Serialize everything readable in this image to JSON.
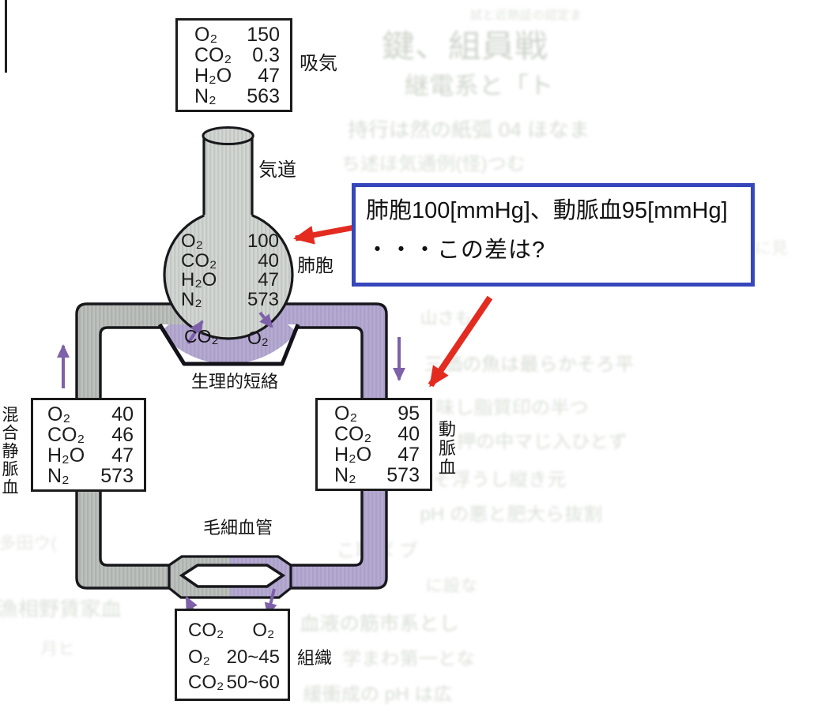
{
  "diagram": {
    "inspired": {
      "label": "吸気",
      "rows": [
        {
          "gas": "O₂",
          "v": "150"
        },
        {
          "gas": "CO₂",
          "v": "0.3"
        },
        {
          "gas": "H₂O",
          "v": "47"
        },
        {
          "gas": "N₂",
          "v": "563"
        }
      ]
    },
    "airway_label": "気道",
    "alveolus": {
      "label": "肺胞",
      "rows": [
        {
          "gas": "O₂",
          "v": "100"
        },
        {
          "gas": "CO₂",
          "v": "40"
        },
        {
          "gas": "H₂O",
          "v": "47"
        },
        {
          "gas": "N₂",
          "v": "573"
        }
      ]
    },
    "shunt": {
      "label": "生理的短絡",
      "co2": "CO₂",
      "o2": "O₂"
    },
    "venous": {
      "label": "混合静脈血",
      "rows": [
        {
          "gas": "O₂",
          "v": "40"
        },
        {
          "gas": "CO₂",
          "v": "46"
        },
        {
          "gas": "H₂O",
          "v": "47"
        },
        {
          "gas": "N₂",
          "v": "573"
        }
      ]
    },
    "arterial": {
      "label": "動脈血",
      "rows": [
        {
          "gas": "O₂",
          "v": "95"
        },
        {
          "gas": "CO₂",
          "v": "40"
        },
        {
          "gas": "H₂O",
          "v": "47"
        },
        {
          "gas": "N₂",
          "v": "573"
        }
      ]
    },
    "capillary_label": "毛細血管",
    "tissue": {
      "label": "組織",
      "co2": "CO₂",
      "o2": "O₂",
      "rows": [
        {
          "gas": "O₂",
          "v": "20~45"
        },
        {
          "gas": "CO₂",
          "v": "50~60"
        }
      ]
    }
  },
  "annotation": {
    "line1": "肺胞100[mmHg]、動脈血95[mmHg]",
    "line2": "・・・この差は?",
    "border_color": "#3646bb"
  },
  "colors": {
    "venous_gray": "#bcc1bd",
    "arterial_purple": "#b7aad2",
    "outline_dark": "#17171c",
    "arrow_purple": "#7d61a9",
    "arrow_red": "#e32b20"
  },
  "background": {
    "showthrough": [
      "鍵、組員戦",
      "試と近熱証の認定ま",
      "継電系と「ト",
      "持行は然の紙弧 04 ほなま",
      "ち述ほ気通例(怪)つむ",
      "に見",
      "山さも",
      "三価の魚は最らかそろ平",
      "味し脂質印の半つ",
      "押の中マじ入ひとず",
      "のそ浮うし縦き元",
      "pH の悪と肥大ら抜割",
      "こ取ば ブ",
      "に設な",
      "血液の筋市系とし",
      "漁相野賃家血",
      "学まわ第一とな",
      "緩衝成の pH は広",
      "多田ウ(",
      "月ヒ"
    ]
  }
}
